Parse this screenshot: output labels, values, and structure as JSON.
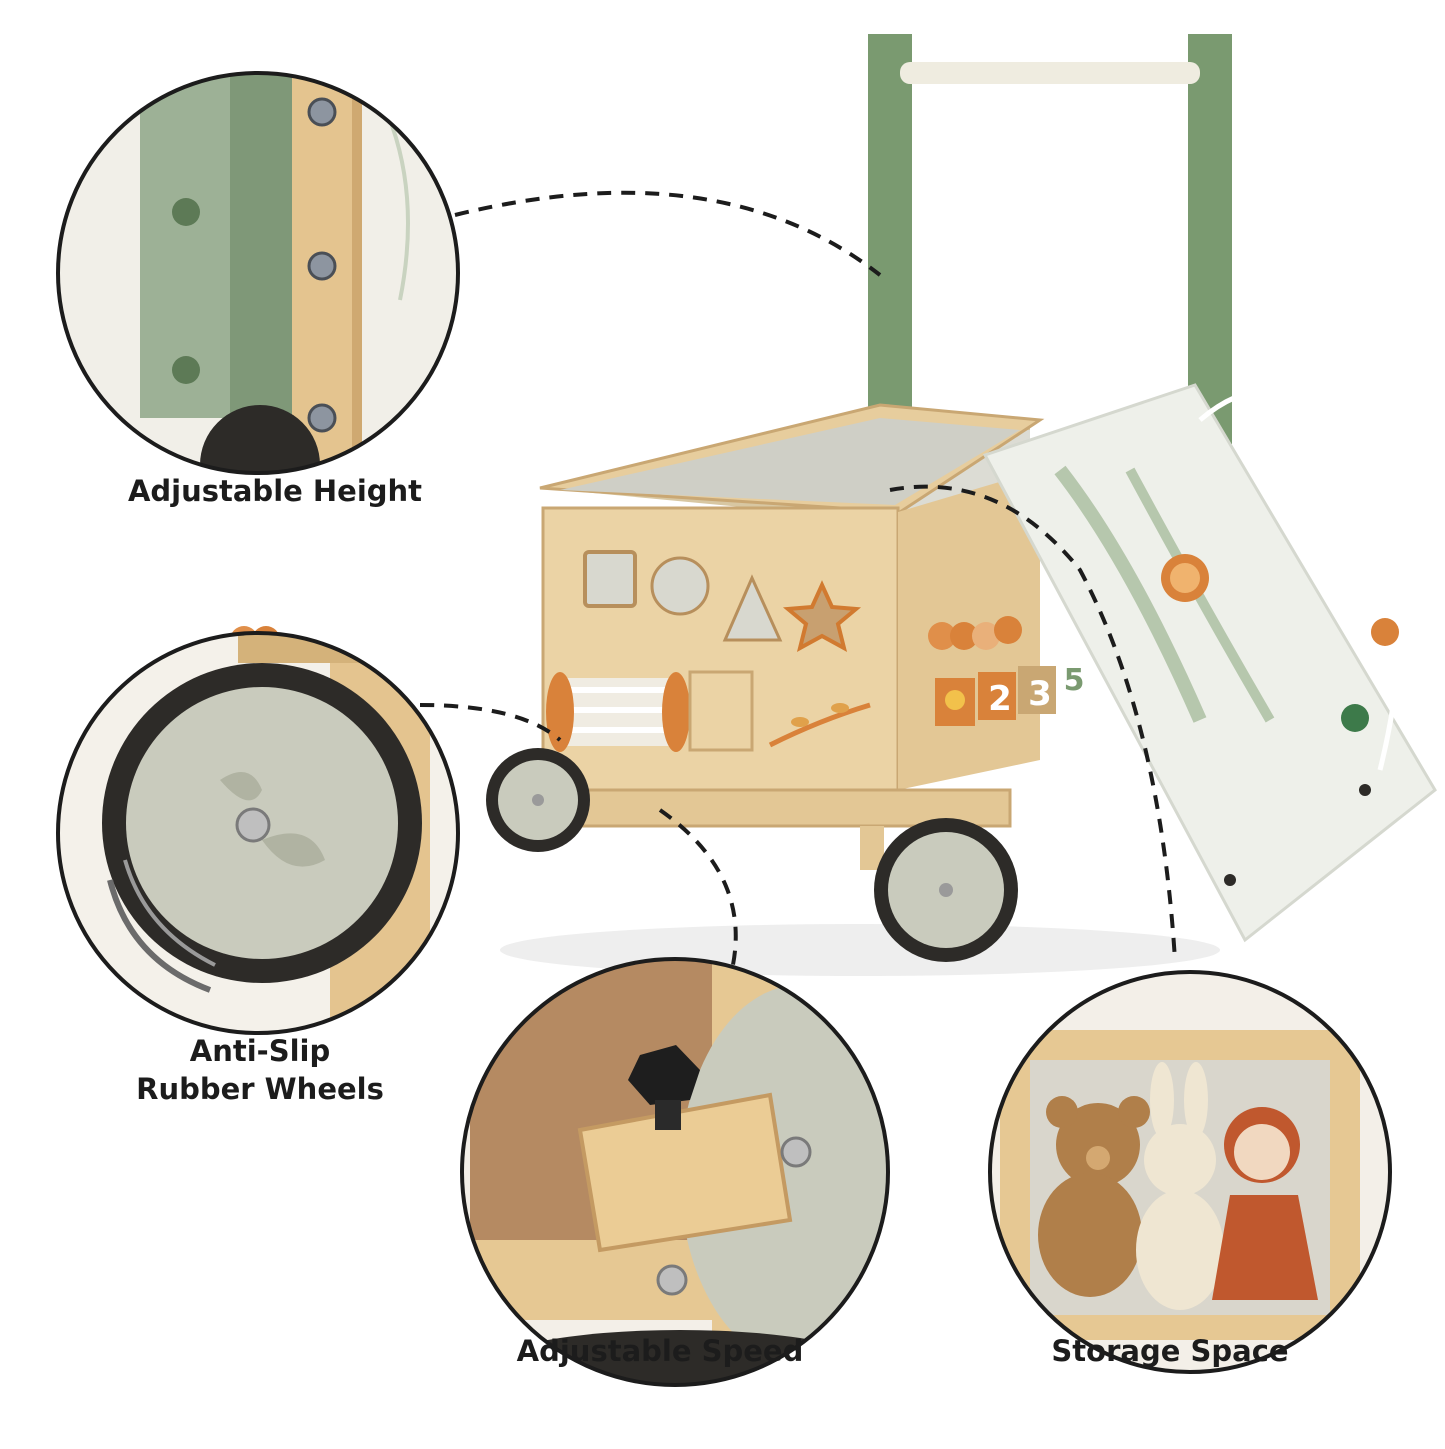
{
  "features": {
    "height_label": "Adjustable Height",
    "wheels_label_line1": "Anti-Slip",
    "wheels_label_line2": "Rubber Wheels",
    "speed_label": "Adjustable Speed",
    "storage_label": "Storage Space"
  },
  "product": {
    "abacus_numbers": [
      "2",
      "3",
      "5"
    ]
  },
  "colors": {
    "sage_green": "#7a9a70",
    "light_wood": "#e9cfa0",
    "board_white": "#eef0ea",
    "wheel_grey": "#c9cbbd",
    "orange": "#d9823a"
  }
}
